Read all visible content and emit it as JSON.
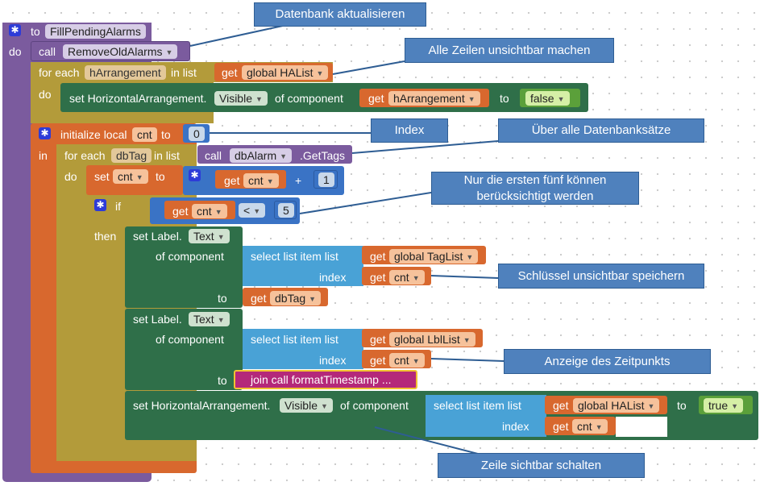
{
  "procedure": {
    "keyword_to": "to",
    "name": "FillPendingAlarms",
    "keyword_do": "do"
  },
  "call_block": {
    "keyword": "call",
    "name": "RemoveOldAlarms"
  },
  "foreach1": {
    "label": "for each",
    "var": "hArrangement",
    "in_list": "in list",
    "get": "get",
    "list": "global HAList",
    "do": "do"
  },
  "set1": {
    "label": "set HorizontalArrangement.",
    "prop": "Visible",
    "of_component": "of component",
    "get": "get",
    "comp": "hArrangement",
    "to": "to",
    "value": "false"
  },
  "init_local": {
    "label": "initialize local",
    "var": "cnt",
    "to": "to",
    "value": "0",
    "in": "in"
  },
  "foreach2": {
    "label": "for each",
    "var": "dbTag",
    "in_list": "in list",
    "call": "call",
    "db": "dbAlarm",
    "method": ".GetTags",
    "do": "do"
  },
  "set_cnt": {
    "label": "set",
    "var": "cnt",
    "to": "to",
    "get": "get",
    "var2": "cnt",
    "op": "+",
    "num": "1"
  },
  "if_block": {
    "if": "if",
    "then": "then",
    "get": "get",
    "var": "cnt",
    "op": "<",
    "num": "5"
  },
  "label1": {
    "label": "set Label.",
    "prop": "Text",
    "of_component": "of component",
    "select": "select list item  list",
    "get": "get",
    "list": "global TagList",
    "index": "index",
    "var": "cnt",
    "to": "to",
    "value": "dbTag"
  },
  "label2": {
    "label": "set Label.",
    "prop": "Text",
    "of_component": "of component",
    "select": "select list item  list",
    "get": "get",
    "list": "global LblList",
    "index": "index",
    "var": "cnt",
    "to": "to",
    "join": "join call  formatTimestamp ..."
  },
  "set3": {
    "label": "set HorizontalArrangement.",
    "prop": "Visible",
    "of_component": "of component",
    "select": "select list item  list",
    "get": "get",
    "list": "global HAList",
    "index": "index",
    "var": "cnt",
    "to": "to",
    "value": "true"
  },
  "callouts": {
    "c1": "Datenbank aktualisieren",
    "c2": "Alle Zeilen unsichtbar machen",
    "c3": "Index",
    "c4": "Über alle Datenbanksätze",
    "c5": "Nur die ersten fünf können berücksichtigt werden",
    "c6": "Schlüssel unsichtbar speichern",
    "c7": "Anzeige des Zeitpunkts",
    "c8": "Zeile sichtbar schalten"
  },
  "colors": {
    "procedure": "#7b5b9e",
    "control": "#b39b3a",
    "variable": "#d8682e",
    "component": "#2f6f49",
    "math": "#3a73c5",
    "list": "#49a2d6",
    "text": "#b4287a",
    "callout": "#4f81bd"
  }
}
